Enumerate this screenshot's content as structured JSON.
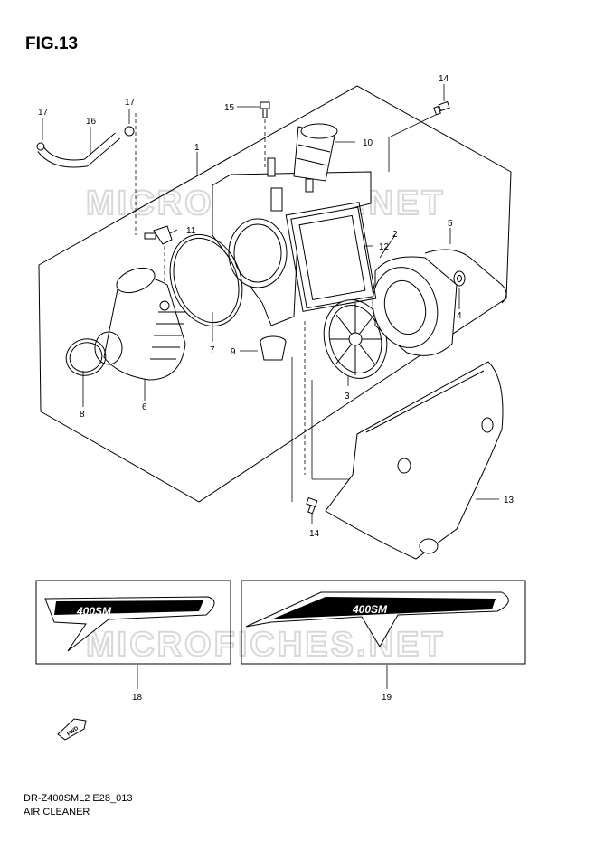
{
  "figure": {
    "title": "FIG.13",
    "code": "DR-Z400SML2 E28_013",
    "name": "AIR CLEANER"
  },
  "watermark": "MICROFICHES.NET",
  "decal": {
    "model_text": "400SM"
  },
  "fwd_label": "FWD",
  "callouts": {
    "p1": "1",
    "p2": "2",
    "p3": "3",
    "p4": "4",
    "p5": "5",
    "p6": "6",
    "p7": "7",
    "p8": "8",
    "p9": "9",
    "p10": "10",
    "p11": "11",
    "p12": "12",
    "p13": "13",
    "p14a": "14",
    "p14b": "14",
    "p15": "15",
    "p16": "16",
    "p17a": "17",
    "p17b": "17",
    "p18": "18",
    "p19": "19"
  }
}
